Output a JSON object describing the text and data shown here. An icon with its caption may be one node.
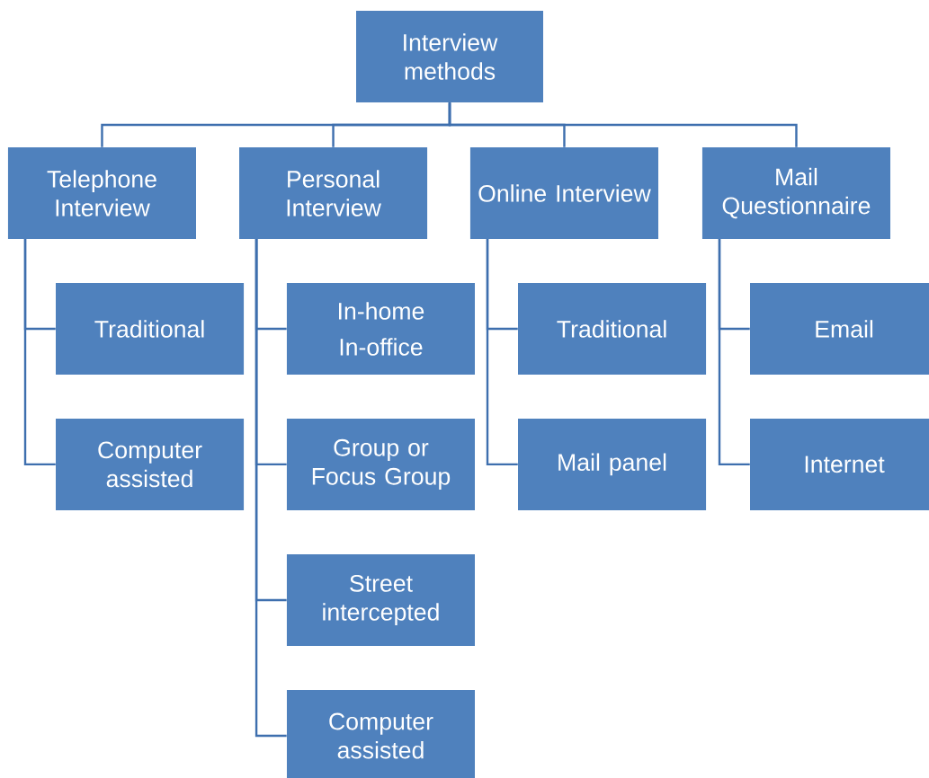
{
  "diagram": {
    "nodes": [
      {
        "text": [
          "Interview methods"
        ]
      },
      {
        "text": [
          "Telephone Interview"
        ]
      },
      {
        "text": [
          "Personal Interview"
        ]
      },
      {
        "text": [
          "Online Interview"
        ]
      },
      {
        "text": [
          "Mail Questionnaire"
        ]
      },
      {
        "text": [
          "Traditional"
        ]
      },
      {
        "text": [
          "Computer assisted"
        ]
      },
      {
        "text": [
          "In-home",
          "In-office"
        ]
      },
      {
        "text": [
          "Group or Focus Group"
        ]
      },
      {
        "text": [
          "Street intercepted"
        ]
      },
      {
        "text": [
          "Computer assisted"
        ]
      },
      {
        "text": [
          "Traditional"
        ]
      },
      {
        "text": [
          "Mail panel"
        ]
      },
      {
        "text": [
          "Email"
        ]
      },
      {
        "text": [
          "Internet"
        ]
      }
    ],
    "edges": [
      {
        "from": 0,
        "to": 1,
        "arrow": "none"
      },
      {
        "from": 0,
        "to": 2,
        "arrow": "none"
      },
      {
        "from": 0,
        "to": 3,
        "arrow": "none"
      },
      {
        "from": 0,
        "to": 4,
        "arrow": "none"
      },
      {
        "from": 1,
        "to": 5,
        "arrow": "none"
      },
      {
        "from": 1,
        "to": 6,
        "arrow": "none"
      },
      {
        "from": 2,
        "to": 7,
        "arrow": "none"
      },
      {
        "from": 2,
        "to": 8,
        "arrow": "none"
      },
      {
        "from": 2,
        "to": 9,
        "arrow": "none"
      },
      {
        "from": 2,
        "to": 10,
        "arrow": "none"
      },
      {
        "from": 3,
        "to": 11,
        "arrow": "none"
      },
      {
        "from": 3,
        "to": 12,
        "arrow": "none"
      },
      {
        "from": 4,
        "to": 13,
        "arrow": "none"
      },
      {
        "from": 4,
        "to": 14,
        "arrow": "none"
      }
    ]
  }
}
